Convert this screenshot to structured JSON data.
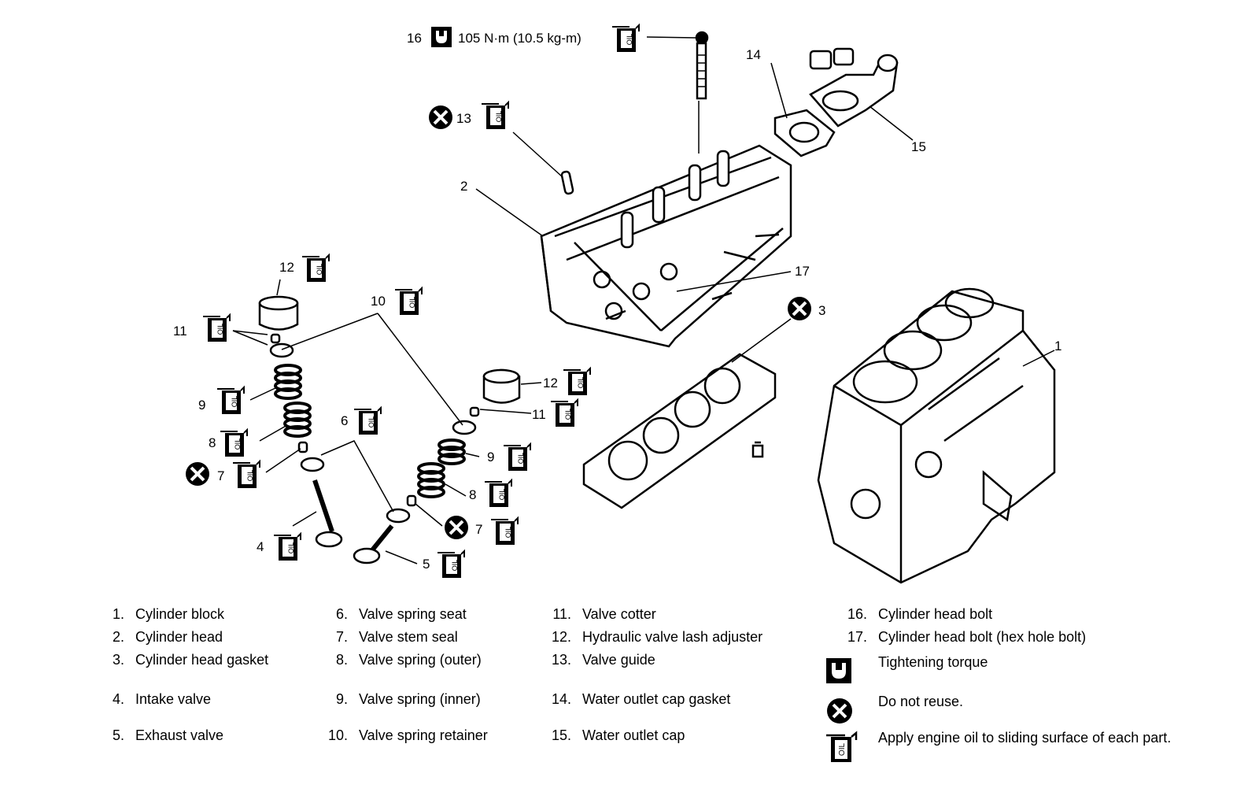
{
  "diagram": {
    "torque_spec": "105 N·m (10.5 kg-m)",
    "symbol_oil_text": "OIL",
    "callouts": {
      "c1": "1",
      "c2": "2",
      "c3": "3",
      "c4": "4",
      "c5": "5",
      "c6": "6",
      "c7a": "7",
      "c7b": "7",
      "c8a": "8",
      "c8b": "8",
      "c9a": "9",
      "c9b": "9",
      "c10": "10",
      "c11a": "11",
      "c11b": "11",
      "c12a": "12",
      "c12b": "12",
      "c13": "13",
      "c14": "14",
      "c15": "15",
      "c16": "16",
      "c17": "17"
    }
  },
  "legend": {
    "col1": [
      {
        "num": "1.",
        "label": "Cylinder block"
      },
      {
        "num": "2.",
        "label": "Cylinder head"
      },
      {
        "num": "3.",
        "label": "Cylinder head gasket"
      },
      {
        "num": "4.",
        "label": "Intake valve"
      },
      {
        "num": "5.",
        "label": "Exhaust valve"
      }
    ],
    "col2": [
      {
        "num": "6.",
        "label": "Valve spring seat"
      },
      {
        "num": "7.",
        "label": "Valve stem seal"
      },
      {
        "num": "8.",
        "label": "Valve spring (outer)"
      },
      {
        "num": "9.",
        "label": "Valve spring (inner)"
      },
      {
        "num": "10.",
        "label": "Valve spring retainer"
      }
    ],
    "col3": [
      {
        "num": "11.",
        "label": "Valve cotter"
      },
      {
        "num": "12.",
        "label": "Hydraulic valve lash adjuster"
      },
      {
        "num": "13.",
        "label": "Valve guide"
      },
      {
        "num": "14.",
        "label": "Water outlet cap gasket"
      },
      {
        "num": "15.",
        "label": "Water outlet cap"
      }
    ],
    "col4": [
      {
        "num": "16.",
        "label": "Cylinder head bolt"
      },
      {
        "num": "17.",
        "label": "Cylinder head bolt (hex hole bolt)"
      }
    ],
    "symbols": {
      "torque": "Tightening torque",
      "no_reuse": "Do not reuse.",
      "oil": "Apply engine oil to sliding surface of each part."
    }
  }
}
